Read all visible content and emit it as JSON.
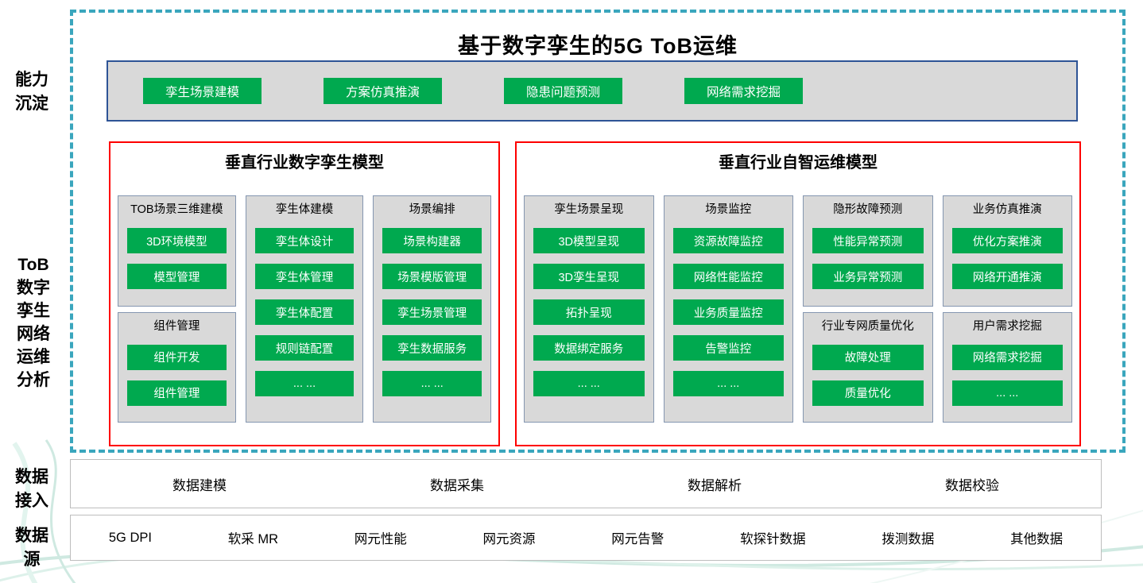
{
  "title": "基于数字孪生的5G ToB运维",
  "side_labels": {
    "capability": "能力\n沉淀",
    "tob": "ToB\n数字\n孪生\n网络\n运维\n分析",
    "data_access": "数据\n接入",
    "data_source": "数据\n源"
  },
  "capability_bar": {
    "items": [
      "孪生场景建模",
      "方案仿真推演",
      "隐患问题预测",
      "网络需求挖掘"
    ]
  },
  "left_panel": {
    "title": "垂直行业数字孪生模型",
    "columns": [
      {
        "groups": [
          {
            "title": "TOB场景三维建模",
            "items": [
              "3D环境模型",
              "模型管理"
            ]
          },
          {
            "title": "组件管理",
            "items": [
              "组件开发",
              "组件管理"
            ]
          }
        ]
      },
      {
        "groups": [
          {
            "title": "孪生体建模",
            "items": [
              "孪生体设计",
              "孪生体管理",
              "孪生体配置",
              "规则链配置",
              "... ..."
            ]
          }
        ]
      },
      {
        "groups": [
          {
            "title": "场景编排",
            "items": [
              "场景构建器",
              "场景模版管理",
              "孪生场景管理",
              "孪生数据服务",
              "... ..."
            ]
          }
        ]
      }
    ]
  },
  "right_panel": {
    "title": "垂直行业自智运维模型",
    "columns": [
      {
        "groups": [
          {
            "title": "孪生场景呈现",
            "items": [
              "3D模型呈现",
              "3D孪生呈现",
              "拓扑呈现",
              "数据绑定服务",
              "... ..."
            ]
          }
        ]
      },
      {
        "groups": [
          {
            "title": "场景监控",
            "items": [
              "资源故障监控",
              "网络性能监控",
              "业务质量监控",
              "告警监控",
              "... ..."
            ]
          }
        ]
      },
      {
        "groups": [
          {
            "title": "隐形故障预测",
            "items": [
              "性能异常预测",
              "业务异常预测"
            ]
          },
          {
            "title": "行业专网质量优化",
            "items": [
              "故障处理",
              "质量优化"
            ]
          }
        ]
      },
      {
        "groups": [
          {
            "title": "业务仿真推演",
            "items": [
              "优化方案推演",
              "网络开通推演"
            ]
          },
          {
            "title": "用户需求挖掘",
            "items": [
              "网络需求挖掘",
              "... ..."
            ]
          }
        ]
      }
    ]
  },
  "data_access": {
    "items": [
      "数据建模",
      "数据采集",
      "数据解析",
      "数据校验"
    ]
  },
  "data_source": {
    "items": [
      "5G DPI",
      "软采 MR",
      "网元性能",
      "网元资源",
      "网元告警",
      "软探针数据",
      "拨测数据",
      "其他数据"
    ]
  },
  "colors": {
    "accent_green": "#00a94f",
    "panel_red_border": "#fe0000",
    "frame_teal_dashed": "#3aa6bd",
    "group_gray": "#d9d9d9",
    "capability_bar_border_blue": "#2e5496"
  }
}
